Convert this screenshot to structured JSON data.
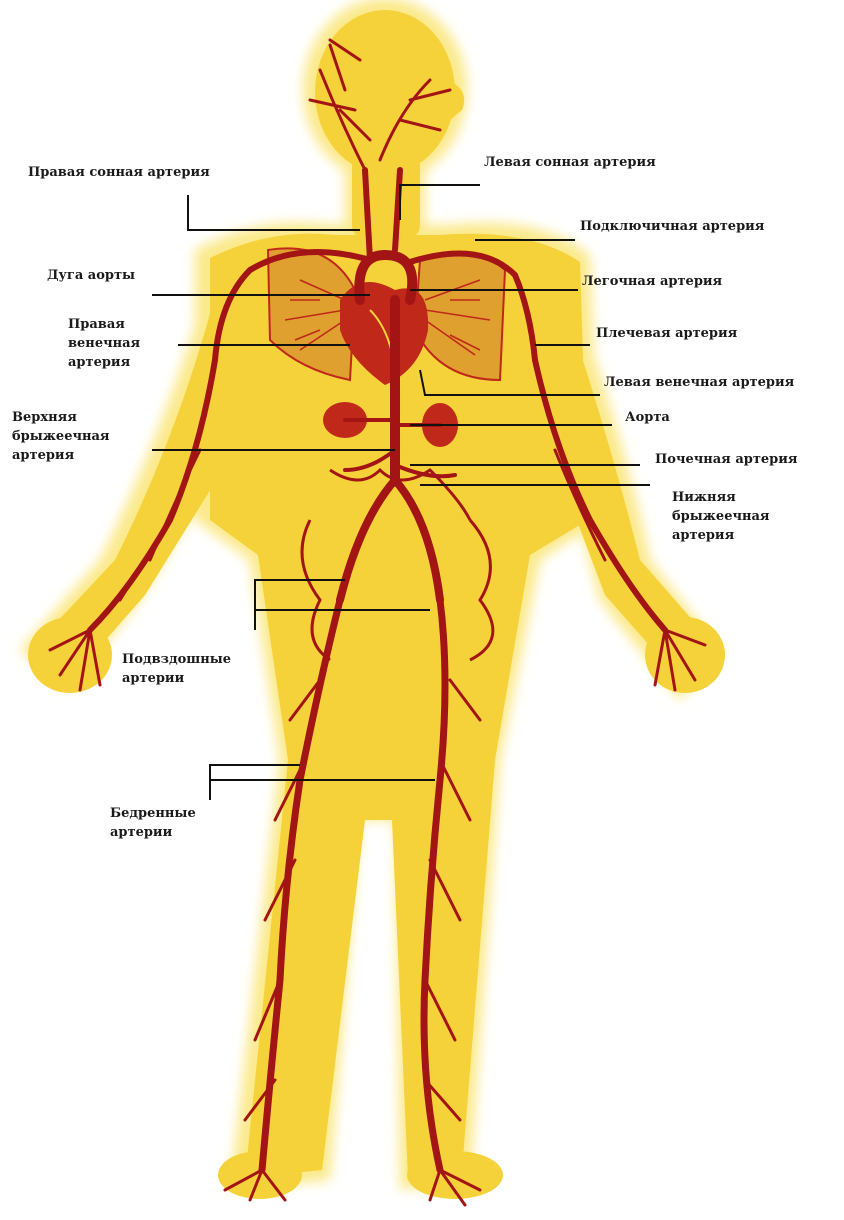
{
  "colors": {
    "body_fill": "#f6d23a",
    "body_glow": "#fbe98a",
    "artery": "#a31414",
    "organ": "#c0281a",
    "leader": "#111111"
  },
  "labels": {
    "right_carotid": "Правая сонная артерия",
    "left_carotid": "Левая сонная артерия",
    "subclavian": "Подключичная артерия",
    "aortic_arch": "Дуга аорты",
    "pulmonary": "Легочная артерия",
    "right_coronary": "Правая\nвенечная\nартерия",
    "brachial": "Плечевая артерия",
    "left_coronary": "Левая венечная артерия",
    "superior_mesenteric": "Верхняя\nбрыжеечная\nартерия",
    "aorta": "Аорта",
    "renal": "Почечная артерия",
    "inferior_mesenteric": "Нижняя\nбрыжеечная\nартерия",
    "iliac": "Подвздошные\nартерии",
    "femoral": "Бедренные\nартерии"
  }
}
